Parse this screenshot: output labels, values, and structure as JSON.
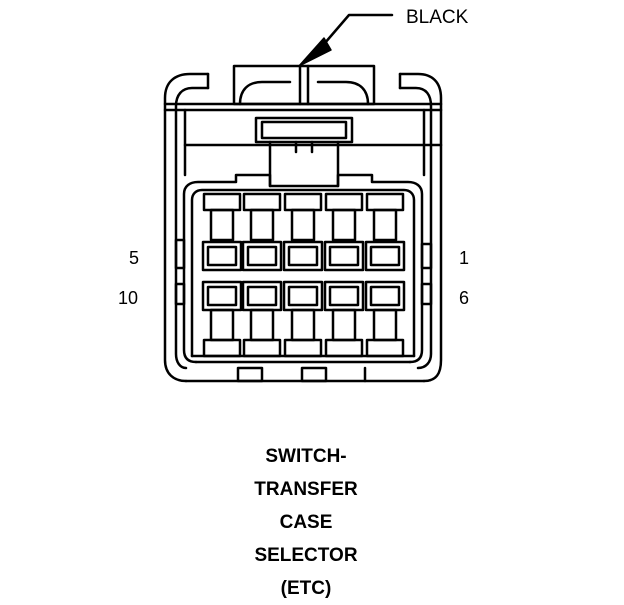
{
  "callout": {
    "label": "BLACK"
  },
  "pin_labels": {
    "top_left": "5",
    "bottom_left": "10",
    "top_right": "1",
    "bottom_right": "6"
  },
  "caption": {
    "lines": [
      "SWITCH-",
      "TRANSFER",
      "CASE",
      "SELECTOR",
      "(ETC)"
    ]
  }
}
